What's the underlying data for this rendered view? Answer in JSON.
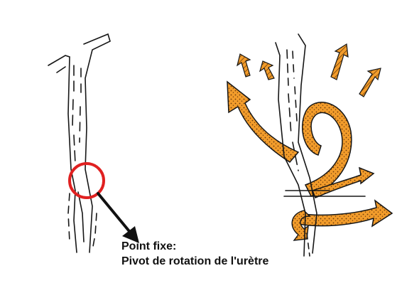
{
  "caption": {
    "line1": "Point fixe:",
    "line2": "Pivot de rotation de l'urètre"
  },
  "colors": {
    "ink": "#161616",
    "highlight_circle": "#e02020",
    "arrow_orange": "#f29c2b",
    "arrow_stipple": "#8a4a10",
    "background": "#ffffff"
  },
  "icons": [
    "circle-highlight",
    "pointer-arrow",
    "force-arrows"
  ]
}
